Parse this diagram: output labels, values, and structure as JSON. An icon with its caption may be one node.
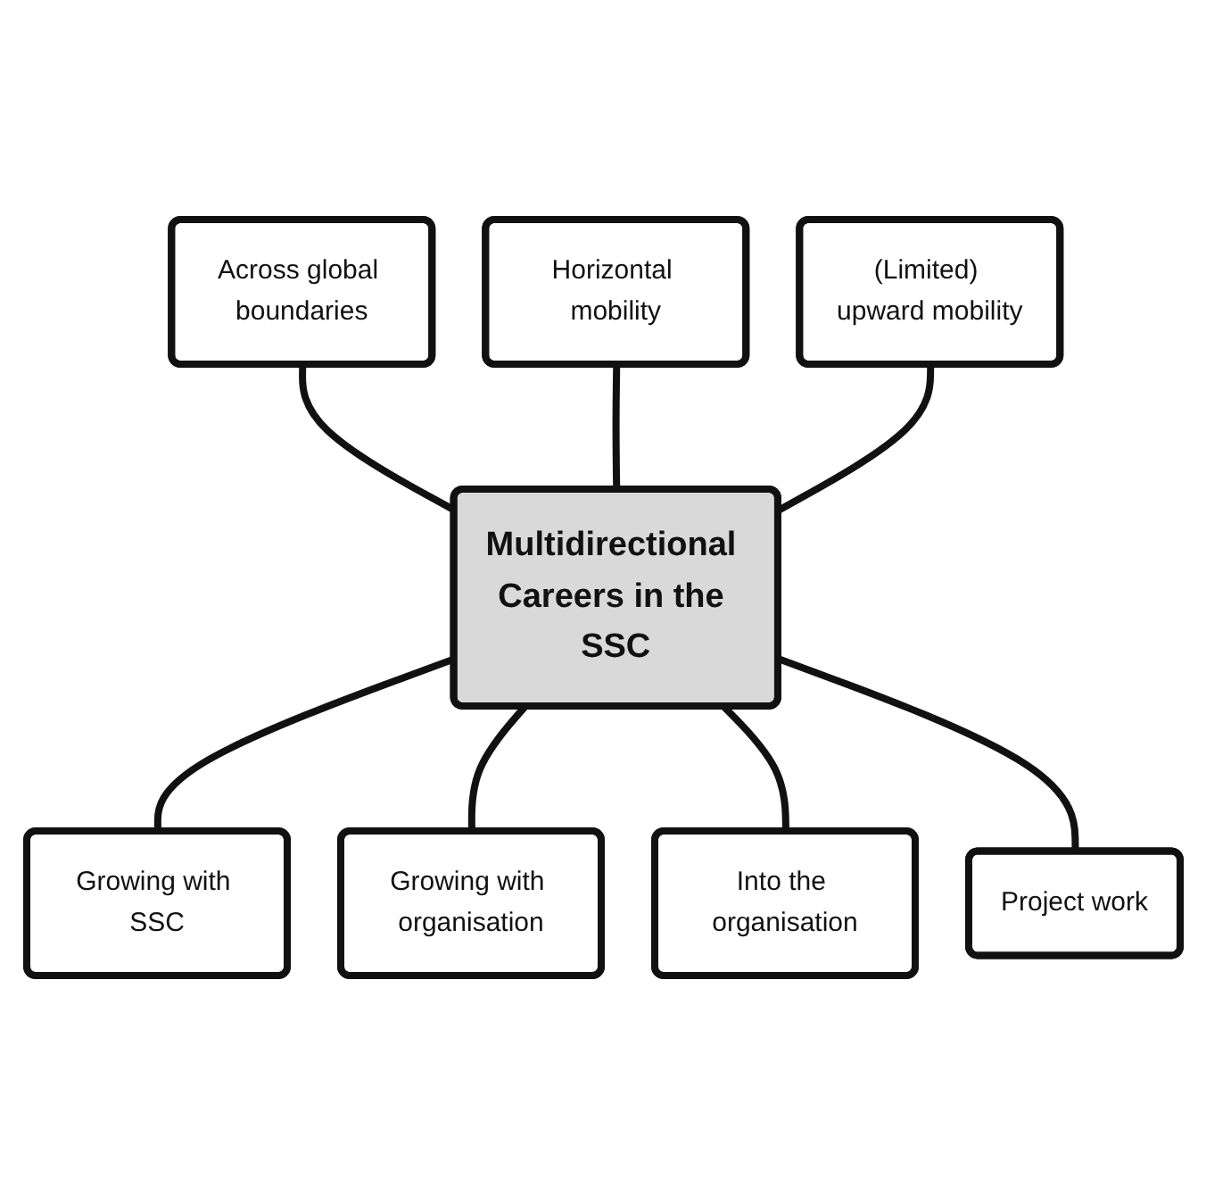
{
  "diagram": {
    "nodes": [
      {
        "text": [
          "Multidirectional Careers in the SSC"
        ]
      },
      {
        "text": [
          "Horizontal mobility"
        ]
      },
      {
        "text": [
          "Across global boundaries"
        ]
      },
      {
        "text": [
          "(Limited) upward mobility"
        ]
      },
      {
        "text": [
          "Growing with SSC"
        ]
      },
      {
        "text": [
          "Project work"
        ]
      },
      {
        "text": [
          "Growing with organisation"
        ]
      },
      {
        "text": [
          "Into the organisation"
        ]
      }
    ],
    "edges": [
      {
        "from": 2,
        "to": 0,
        "arrow": "none"
      },
      {
        "from": 1,
        "to": 0,
        "arrow": "none"
      },
      {
        "from": 3,
        "to": 0,
        "arrow": "none"
      },
      {
        "from": 0,
        "to": 4,
        "arrow": "none"
      },
      {
        "from": 0,
        "to": 6,
        "arrow": "none"
      },
      {
        "from": 0,
        "to": 7,
        "arrow": "none"
      },
      {
        "from": 0,
        "to": 5,
        "arrow": "none"
      }
    ]
  }
}
